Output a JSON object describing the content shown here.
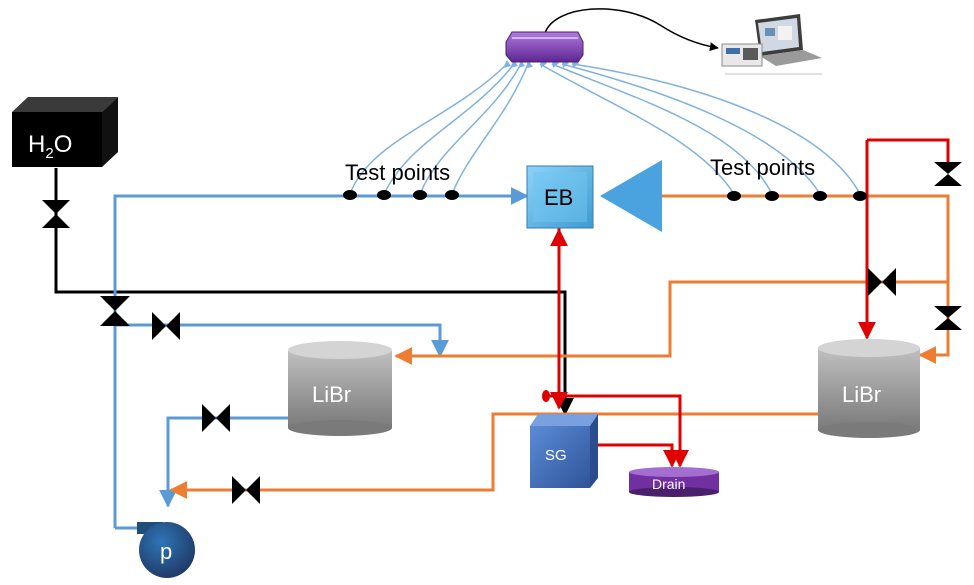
{
  "labels": {
    "water": "H",
    "water_sub": "2",
    "water_end": "O",
    "test_points_left": "Test points",
    "test_points_right": "Test points",
    "eb": "EB",
    "libr_left": "LiBr",
    "libr_right": "LiBr",
    "sg": "SG",
    "drain": "Drain",
    "pump": "p"
  },
  "colors": {
    "blue_line": "#5b9bd5",
    "orange_line": "#ed7d31",
    "red_line": "#e00000",
    "black_line": "#000000",
    "eb_fill": "#5fb8e8",
    "sg_fill": "#4472c4",
    "drain_fill": "#7030a0",
    "pump_fill": "#1f4e79",
    "cylinder_fill": "#a6a6a6",
    "datalogger_fill": "#7030a0"
  },
  "icons": {
    "datalogger": "data-logger-icon",
    "computer": "laptop-computer-icon",
    "valve": "valve-icon"
  }
}
